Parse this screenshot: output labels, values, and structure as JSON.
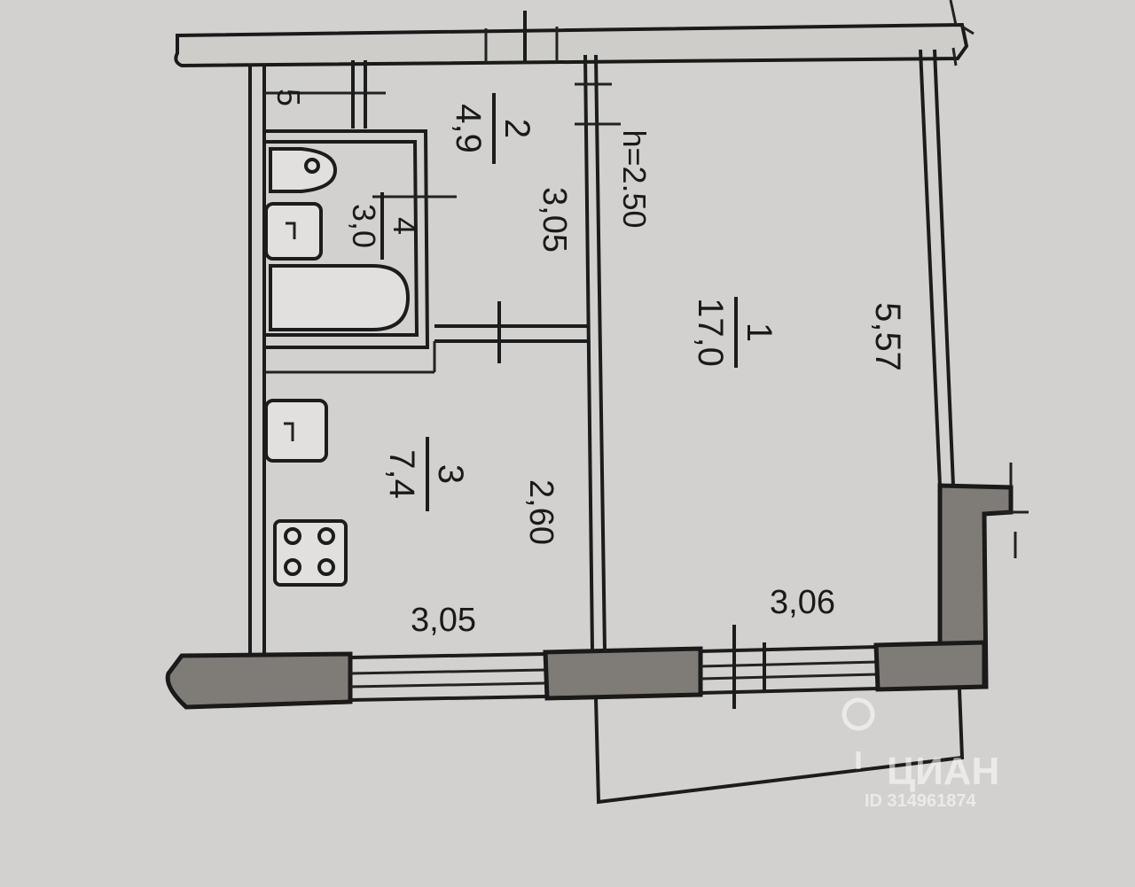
{
  "rooms": [
    {
      "number": "1",
      "area": "17,0"
    },
    {
      "number": "2",
      "area": "4,9"
    },
    {
      "number": "3",
      "area": "7,4"
    },
    {
      "number": "4",
      "area": "3,0"
    },
    {
      "number": "5"
    }
  ],
  "dimensions": {
    "ceiling_height": "h=2.50",
    "room1_length": "5,57",
    "room1_width": "3,06",
    "hall_length": "3,05",
    "kitchen_length": "2,60",
    "kitchen_width": "3,05"
  },
  "watermark": {
    "brand": "ЦИАН",
    "listing_id": "ID 314961874"
  },
  "colors": {
    "paper": "#d3d1cf",
    "ink": "#1c1c1c",
    "wall_fill": "#7f7c78"
  }
}
